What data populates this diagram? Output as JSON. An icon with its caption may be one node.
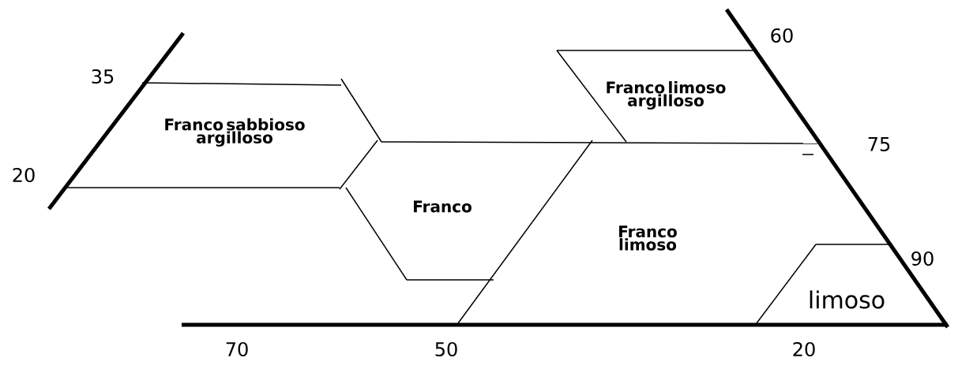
{
  "diagram": {
    "labels": [
      "60",
      "35",
      "Franco limoso argilloso",
      "Franco sabbioso argilloso",
      "75",
      "20",
      "Franco",
      "Franco limoso",
      "90",
      "limoso",
      "70",
      "50",
      "20"
    ]
  }
}
